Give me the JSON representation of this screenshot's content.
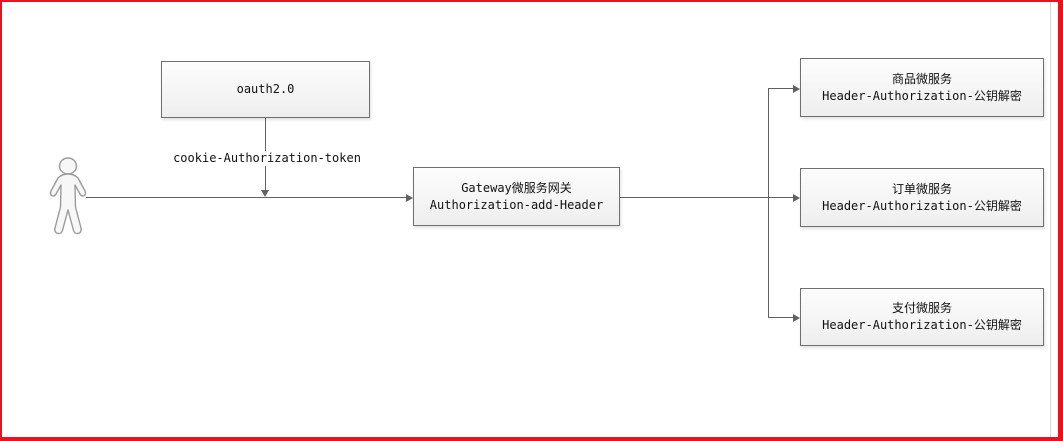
{
  "nodes": {
    "oauth": {
      "line1": "oauth2.0"
    },
    "gateway": {
      "line1": "Gateway微服务网关",
      "line2": "Authorization-add-Header"
    },
    "product_service": {
      "line1": "商品微服务",
      "line2": "Header-Authorization-公钥解密"
    },
    "order_service": {
      "line1": "订单微服务",
      "line2": "Header-Authorization-公钥解密"
    },
    "payment_service": {
      "line1": "支付微服务",
      "line2": "Header-Authorization-公钥解密"
    }
  },
  "labels": {
    "cookie_token": "cookie-Authorization-token"
  },
  "colors": {
    "annotation_border": "#e8131d",
    "connector": "#616161",
    "node_border": "#6f6f6f",
    "node_fill_top": "#fdfdfd",
    "node_fill_bottom": "#eeeeee",
    "page_edge": "#d8d8d8",
    "text": "#111111"
  }
}
